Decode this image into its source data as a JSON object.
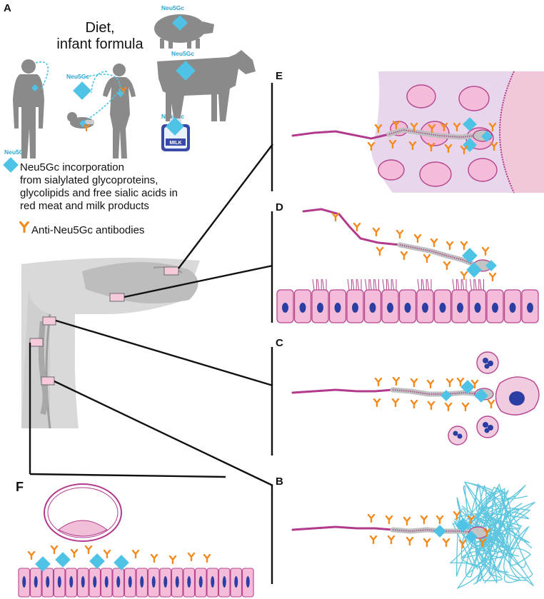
{
  "panels": {
    "a": "A",
    "b": "B",
    "c": "C",
    "d": "D",
    "e": "E",
    "f": "F"
  },
  "diet_title": [
    "Diet,",
    "infant formula"
  ],
  "neu5gc_tags": {
    "pig": "Neu5Gc",
    "cow": "Neu5Gc",
    "milk": "Neu5Gc",
    "humans": "Neu5Gc",
    "legend": "Neu5Gc"
  },
  "milk_label": "MILK",
  "legend": {
    "incorporation": [
      "Neu5Gc incorporation",
      "from sialylated glycoproteins,",
      "glycolipids and free sialic acids in",
      "red meat and milk products"
    ],
    "antibodies": "Anti-Neu5Gc antibodies"
  },
  "colors": {
    "neu5gc": "#4fc3e6",
    "antibody": "#f28a1e",
    "sperm": "#b23a8c",
    "cell_fill": "#f4bcd8",
    "cell_stroke": "#b5468f",
    "nucleus": "#2b3ea3",
    "silhouette": "#888888",
    "mucus": "#5ec6de",
    "oocyte_bg": "#e8d7ec"
  }
}
